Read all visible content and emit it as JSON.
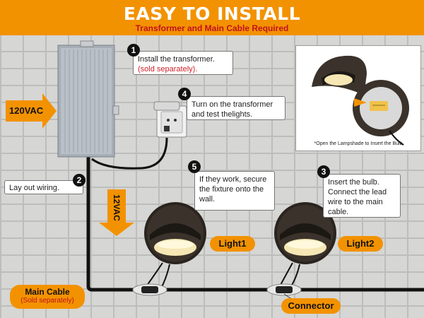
{
  "banner": {
    "title": "EASY TO INSTALL",
    "subtitle": "Transformer and Main Cable Required"
  },
  "steps": [
    {
      "number": "1",
      "text": "Install the transformer.",
      "note": "(sold separately)."
    },
    {
      "number": "2",
      "text": "Lay out wiring."
    },
    {
      "number": "3",
      "text_lines": [
        "Insert the bulb.",
        "Connect the lead",
        "wire to the main",
        "cable."
      ]
    },
    {
      "number": "4",
      "text_lines": [
        "Turn on the transformer",
        "and test thelights."
      ]
    },
    {
      "number": "5",
      "text_lines": [
        "If they work, secure",
        "the fixture onto the",
        "wall."
      ]
    }
  ],
  "labels": {
    "voltage_in": "120VAC",
    "voltage_out": "12VAC",
    "light1": "Light1",
    "light2": "Light2",
    "main_cable": "Main Cable",
    "main_cable_note": "(Sold separately)",
    "connector": "Connector"
  },
  "photo": {
    "note": "*Open the Lampshade to Insert the Bulb"
  },
  "colors": {
    "accent_orange": "#f39200",
    "accent_red": "#c0121e",
    "cable": "#111111"
  },
  "icons": [
    "transformer-box",
    "outlet-plug",
    "step-light-fixture",
    "cable-connector",
    "arrow-right",
    "arrow-down"
  ]
}
